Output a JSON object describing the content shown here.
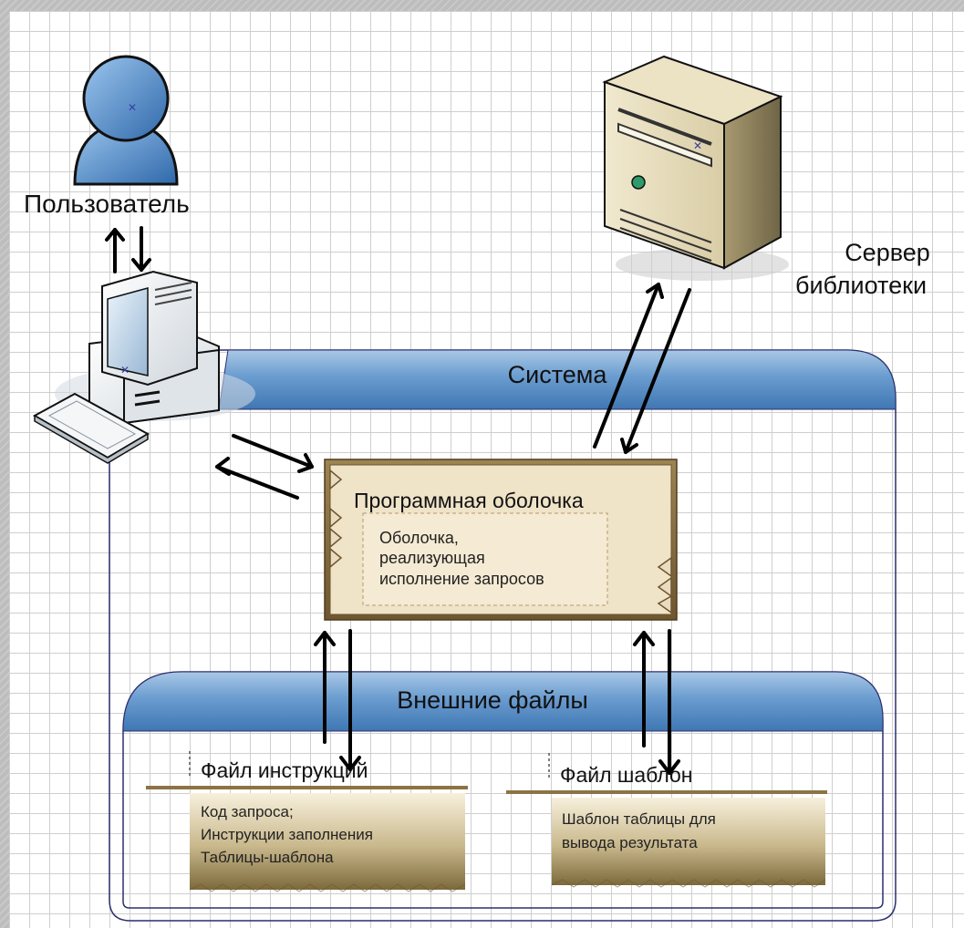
{
  "labels": {
    "user": "Пользователь",
    "server_line1": "Сервер",
    "server_line2": "библиотеки",
    "system": "Система",
    "external_files": "Внешние файлы"
  },
  "shell": {
    "title": "Программная оболочка",
    "inner_line1": "Оболочка,",
    "inner_line2": "реализующая",
    "inner_line3": "исполнение запросов"
  },
  "instructions_file": {
    "title": "Файл инструкций",
    "line1": "Код запроса;",
    "line2": "Инструкции заполнения",
    "line3": "Таблицы-шаблона"
  },
  "template_file": {
    "title": "Файл шаблон",
    "line1": "Шаблон таблицы для",
    "line2": "вывода результата"
  },
  "colors": {
    "band_blue": "#4f86bd",
    "frame_navy": "#2c2f6e",
    "shell_brown": "#8c7344",
    "user_blue": "#4a80c0"
  },
  "icons": [
    "user-icon",
    "computer-icon",
    "server-icon"
  ]
}
